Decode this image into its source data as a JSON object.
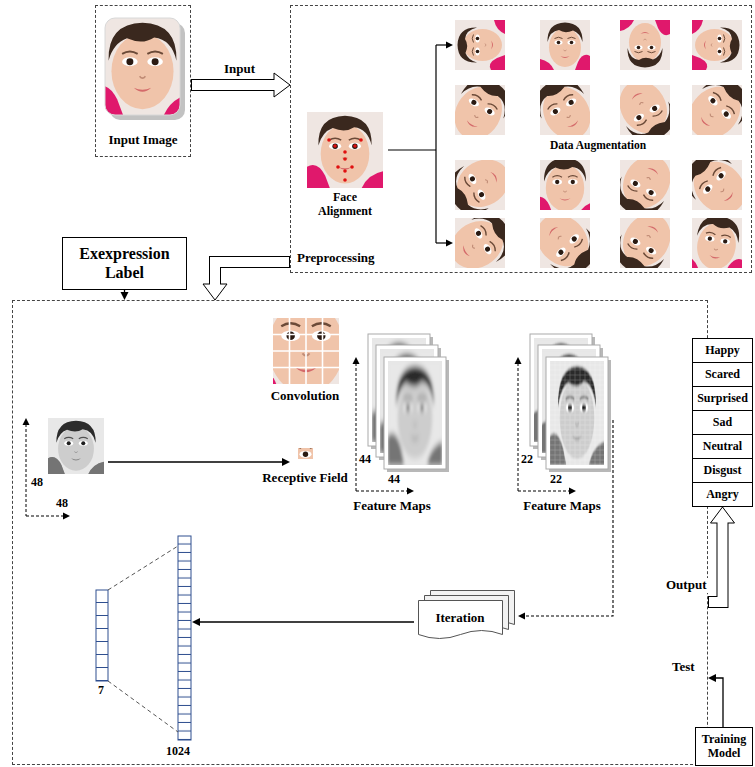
{
  "diagram": {
    "nodes": [
      {
        "text": [
          "Input Image"
        ]
      },
      {
        "text": [
          "Face Alignment",
          "Data Augmentation",
          "Preprocessing"
        ]
      },
      {
        "text": [
          "Exexpression Label"
        ]
      },
      {
        "text": [
          "48",
          "48",
          "Convolution",
          "Receptive Field",
          "44",
          "44",
          "Feature Maps",
          "22",
          "22",
          "Feature Maps",
          "7",
          "1024"
        ]
      },
      {
        "text": [
          "Iteration"
        ],
        "in": 3
      },
      {
        "text": [
          "Happy"
        ]
      },
      {
        "text": [
          "Scared"
        ]
      },
      {
        "text": [
          "Surprised"
        ]
      },
      {
        "text": [
          "Sad"
        ]
      },
      {
        "text": [
          "Neutral"
        ]
      },
      {
        "text": [
          "Disgust"
        ]
      },
      {
        "text": [
          "Angry"
        ]
      },
      {
        "text": [
          "Training Model"
        ]
      }
    ],
    "edges": [
      {
        "from": 0,
        "to": 1,
        "label": "Input",
        "arrow": "to"
      },
      {
        "from": 1,
        "to": 3,
        "arrow": "to"
      },
      {
        "from": 2,
        "to": 3,
        "arrow": "to"
      },
      {
        "from": 3,
        "to": 11,
        "label": "Output",
        "arrow": "to"
      },
      {
        "from": 12,
        "to": 3,
        "label": "Test",
        "arrow": "to"
      }
    ]
  }
}
